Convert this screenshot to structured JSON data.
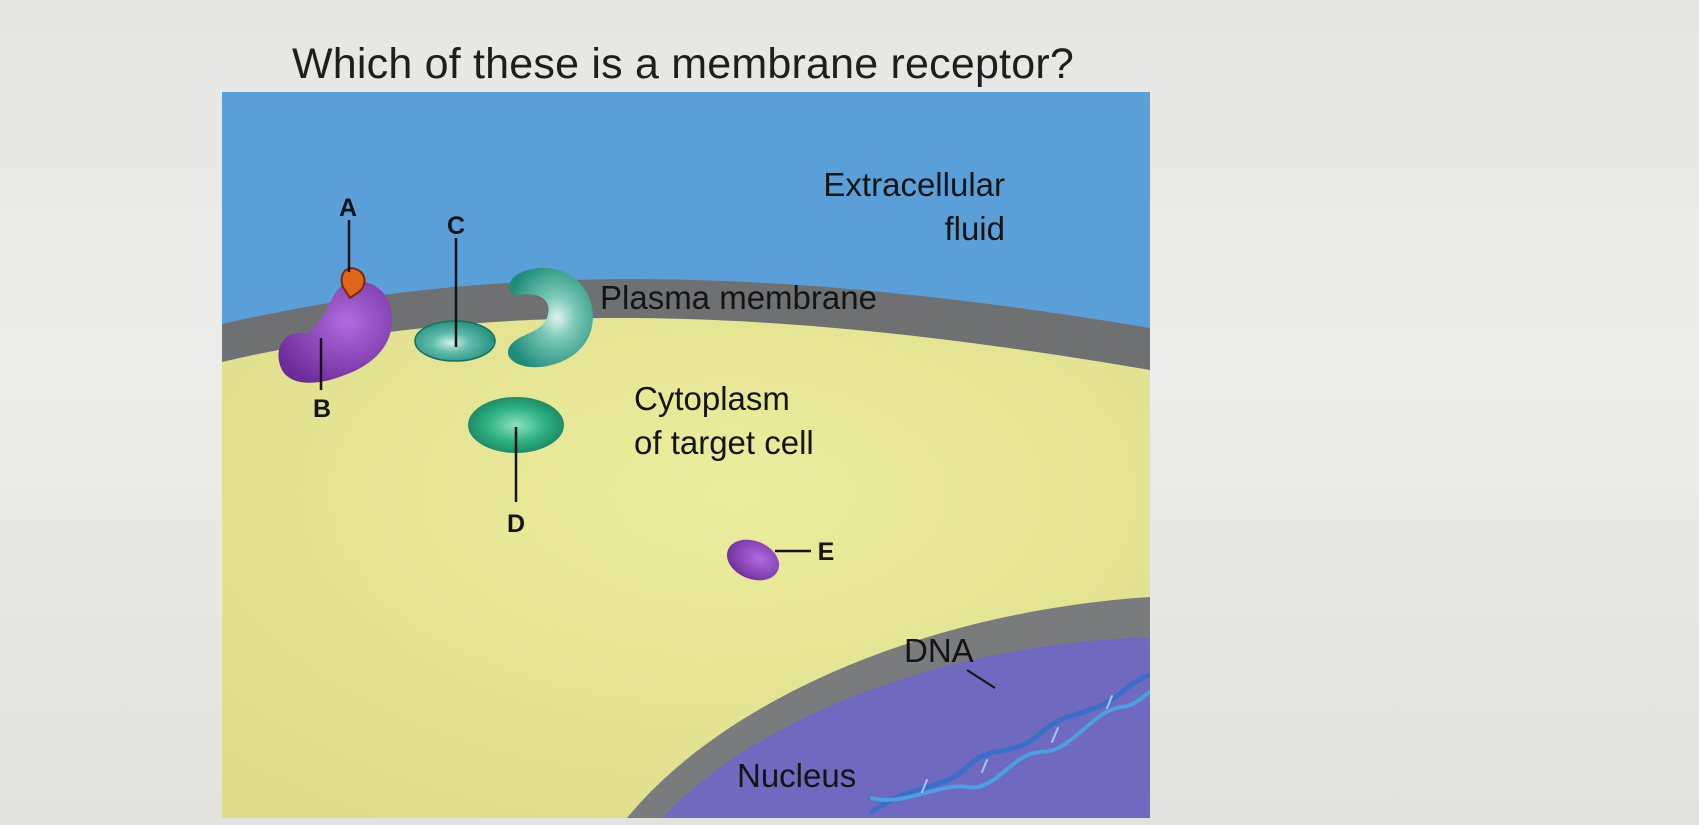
{
  "question": "Which of these is a membrane receptor?",
  "diagram": {
    "labels": {
      "extracellular_line1": "Extracellular",
      "extracellular_line2": "fluid",
      "plasma_membrane": "Plasma membrane",
      "cytoplasm_line1": "Cytoplasm",
      "cytoplasm_line2": "of target cell",
      "nucleus": "Nucleus",
      "dna": "DNA"
    },
    "choices": {
      "a": "A",
      "b": "B",
      "c": "C",
      "d": "D",
      "e": "E"
    },
    "colors": {
      "extracellular": "#5b9fd9",
      "membrane": "#6e7072",
      "cytoplasm": "#e4e494",
      "nucleus": "#6f6ac0",
      "nuclear_envelope": "#7a7b7d",
      "purple_protein": "#8a3fb8",
      "teal_protein": "#2f9e8c",
      "green_protein": "#2aa37a",
      "ligand": "#e0661c",
      "dna_strand": "#3a6fc9"
    }
  }
}
